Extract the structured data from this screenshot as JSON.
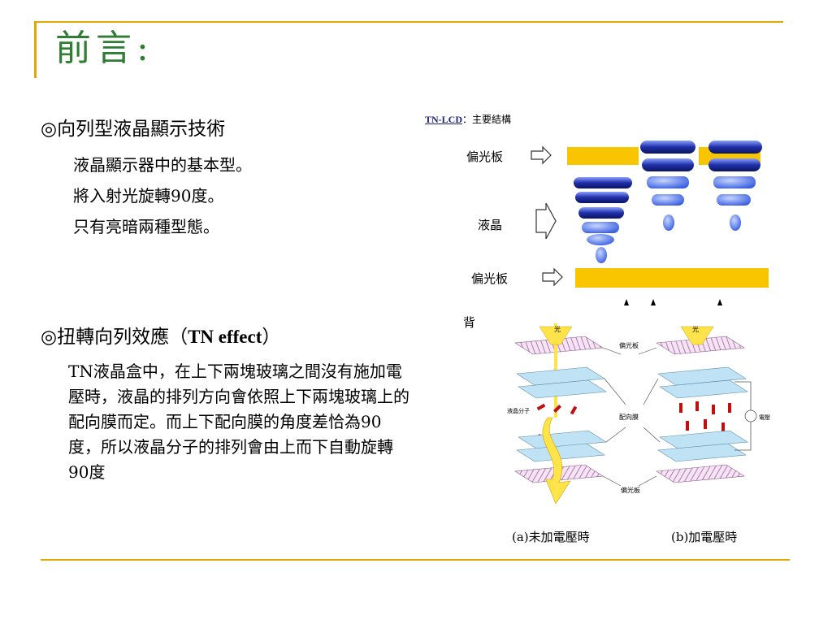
{
  "slide": {
    "title": "前言:",
    "bullet1": {
      "heading": "◎向列型液晶顯示技術",
      "items": [
        "液晶顯示器中的基本型。",
        "將入射光旋轉90度。",
        "只有亮暗兩種型態。"
      ]
    },
    "bullet2": {
      "heading_prefix": "◎扭轉向列效應（",
      "heading_bold": "TN effect",
      "heading_suffix": "）",
      "paragraph": "TN液晶盒中，在上下兩塊玻璃之間沒有施加電壓時，液晶的排列方向會依照上下兩塊玻璃上的配向膜而定。而上下配向膜的角度差恰為90度，所以液晶分子的排列會由上而下自動旋轉90度"
    }
  },
  "figure1": {
    "caption_link": "TN-LCD",
    "caption_rest": "：主要結構",
    "label_top": "偏光板",
    "label_mid": "液晶",
    "label_bottom": "偏光板",
    "label_back": "背",
    "colors": {
      "polarizer": "#f9c400",
      "crystal": "#2233aa"
    }
  },
  "figure2": {
    "label_light_a": "光",
    "label_light_b": "光",
    "label_polarizer_top": "偏光板",
    "label_molecule": "液晶分子",
    "label_alignment": "配向膜",
    "label_voltage": "電壓",
    "label_polarizer_bottom": "偏光板",
    "caption_a": "(a)未加電壓時",
    "caption_b": "(b)加電壓時"
  }
}
